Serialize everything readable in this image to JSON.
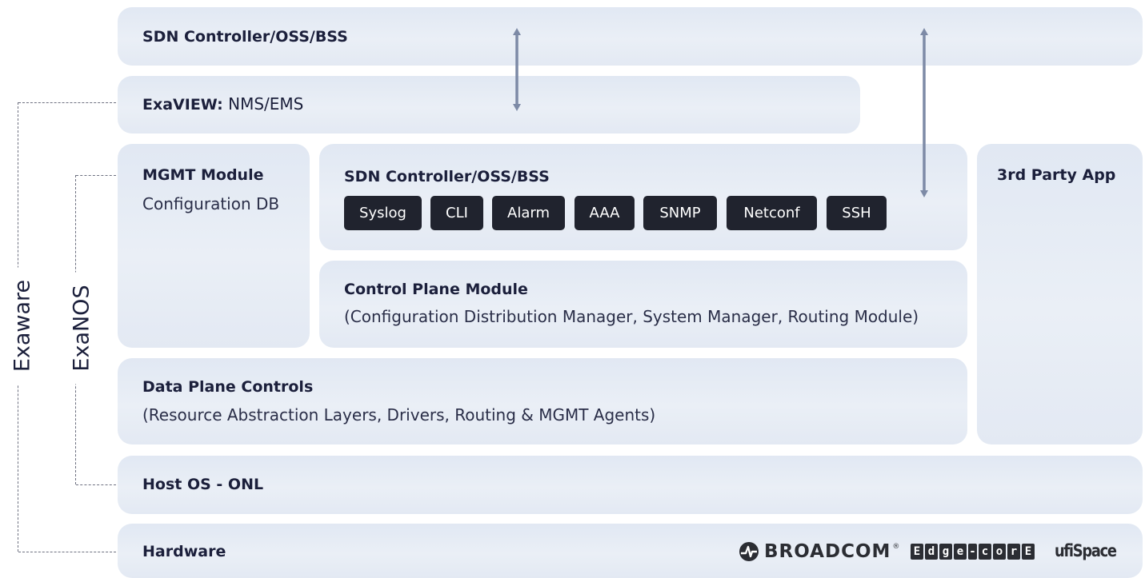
{
  "layers": {
    "sdn_top": "SDN Controller/OSS/BSS",
    "exaview_bold": "ExaVIEW:",
    "exaview_rest": " NMS/EMS",
    "mgmt_title": "MGMT Module",
    "mgmt_sub": "Configuration DB",
    "sdn_inner": "SDN Controller/OSS/BSS",
    "third_party": "3rd Party App",
    "control_title": "Control Plane Module",
    "control_sub": "(Configuration Distribution Manager, System Manager, Routing Module)",
    "data_title": "Data Plane Controls",
    "data_sub": "(Resource Abstraction Layers, Drivers, Routing & MGMT Agents)",
    "host_os": "Host OS - ONL",
    "hardware": "Hardware"
  },
  "chips": [
    "Syslog",
    "CLI",
    "Alarm",
    "AAA",
    "SNMP",
    "Netconf",
    "SSH"
  ],
  "brackets": {
    "outer": "Exaware",
    "inner": "ExaNOS"
  },
  "logos": {
    "broadcom": "BROADCOM",
    "broadcom_mark": "®",
    "edgecore": [
      "E",
      "d",
      "g",
      "e",
      "-",
      "c",
      "o",
      "r",
      "E"
    ],
    "ufispace": "ufiSpace"
  },
  "colors": {
    "box": "#e6ecf5",
    "chip": "#20232e",
    "arrow": "#7d8aa6",
    "text": "#1b1f3b"
  }
}
